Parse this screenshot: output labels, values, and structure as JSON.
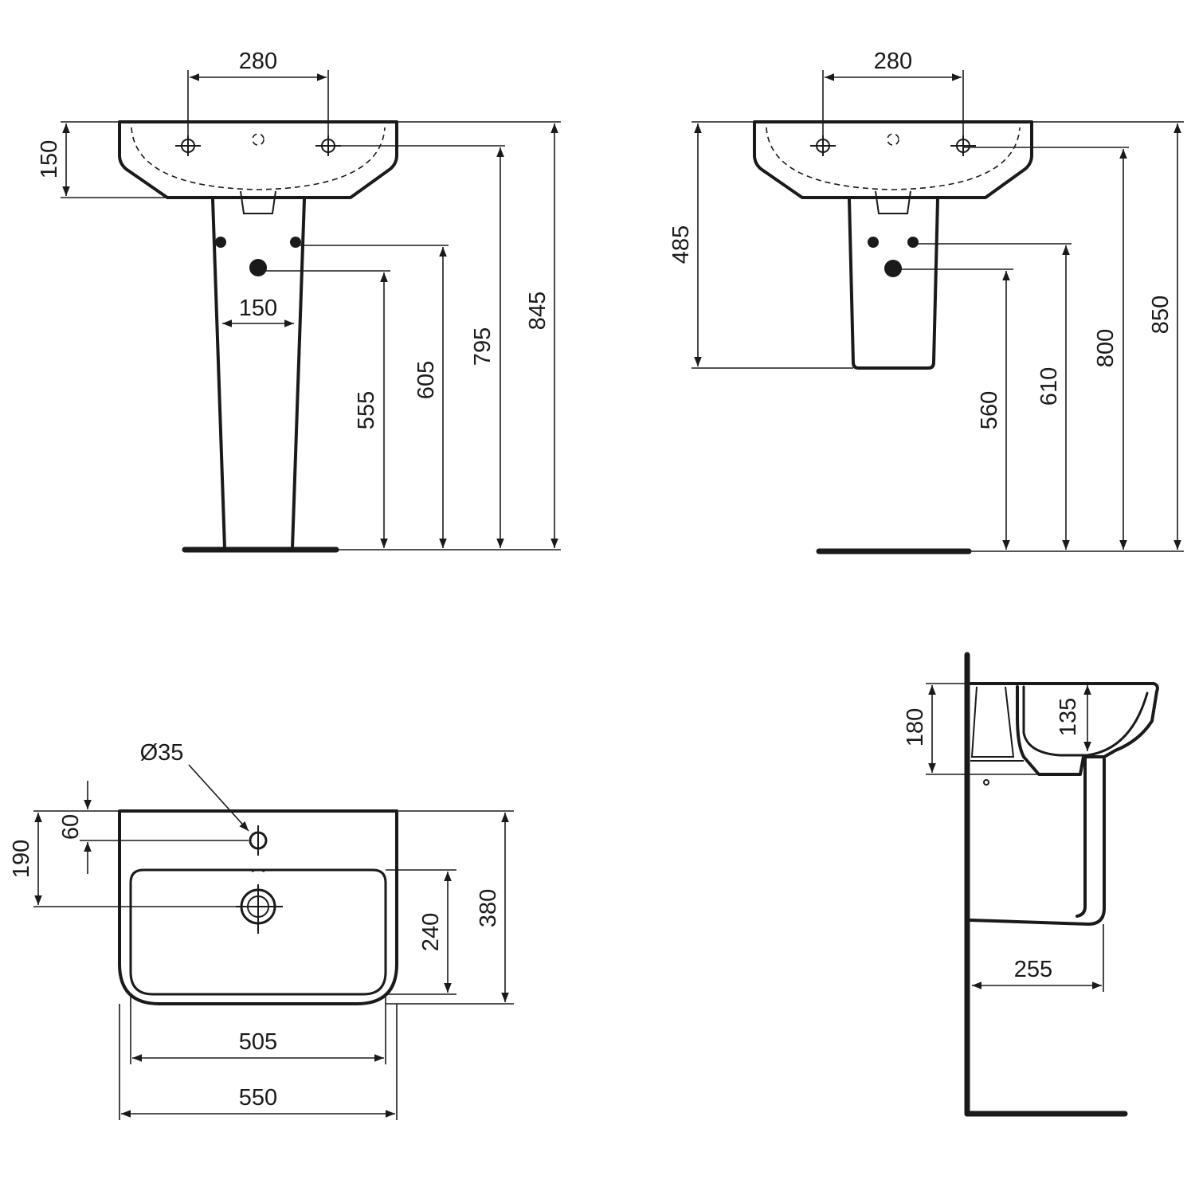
{
  "front_pedestal_view": {
    "tap_hole_spacing": "280",
    "basin_depth": "150",
    "pipe_hole_spacing": "150",
    "waste_height": "555",
    "supply_height": "605",
    "tap_hole_height": "795",
    "overall_height": "845"
  },
  "front_semi_pedestal_view": {
    "tap_hole_spacing": "280",
    "semi_pedestal_height": "485",
    "waste_height": "560",
    "supply_height": "610",
    "tap_hole_height": "800",
    "overall_height": "850"
  },
  "top_view": {
    "tap_hole_diameter": "Ø35",
    "tap_hole_offset": "60",
    "waste_offset": "190",
    "overall_depth": "380",
    "bowl_depth": "240",
    "bowl_width": "505",
    "overall_width": "550"
  },
  "side_view": {
    "basin_height": "180",
    "bowl_depth": "135",
    "pedestal_projection": "255"
  }
}
